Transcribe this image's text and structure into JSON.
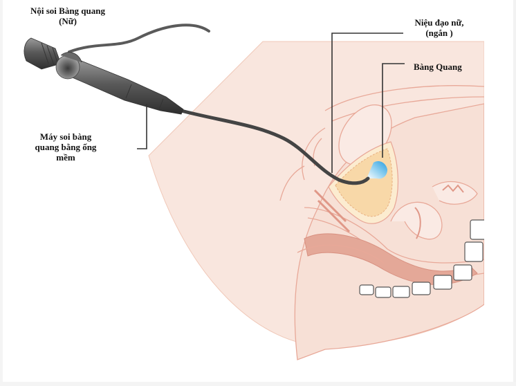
{
  "diagram": {
    "title": "Nội soi Bàng quang\n(Nữ)",
    "title_line1": "Nội soi Bàng quang",
    "title_line2": "(Nữ)",
    "labels": {
      "scope_line1": "Máy soi bàng",
      "scope_line2": "quang bằng ống",
      "scope_line3": "mềm",
      "urethra_line1": "Niệu đạo nữ,",
      "urethra_line2": "(ngắn )",
      "bladder": "Bàng Quang"
    },
    "colors": {
      "skin": "#f8e4dc",
      "tissue_line": "#e8a898",
      "bladder_fill": "#f8d8a8",
      "bladder_wall": "#fcecd0",
      "muscle": "#e0a090",
      "scope_dark": "#4a4a4a",
      "light_blue": "#3aa8e0",
      "leader_line": "#333333"
    }
  }
}
